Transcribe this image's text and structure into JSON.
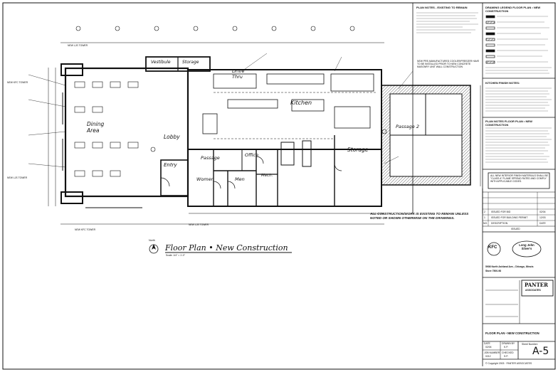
{
  "plan": {
    "title": "Floor Plan • New Construction",
    "scale": "Scale: 1/4\" = 1'-0\"",
    "north_label": "North",
    "rooms": {
      "vestibule": "Vestibule",
      "storage_top": "Storage",
      "drive_thru": "Drive Thru",
      "kitchen": "Kitchen",
      "dining": "Dining Area",
      "lobby": "Lobby",
      "entry": "Entry",
      "passage": "Passage",
      "women": "Women",
      "men": "Men",
      "office": "Office",
      "mech": "Mech.",
      "storage": "Storage",
      "passage2": "Passage 2"
    },
    "callouts": {
      "new_kfc_tower_top": "NEW KFC TOWER",
      "new_kfc_tower_bottom": "NEW KFC TOWER",
      "new_ljs_tower": "NEW LJS TOWER",
      "new_ljs_tower_top": "NEW LJS TOWER",
      "new_ljs_tower_bottom": "NEW LJS TOWER",
      "cooler_note": "NEW PRE-MANUFACTURED COOLER/FREEZER HAVE TO BE INSTALLED PRIOR TO NEW CONCRETE MASONRY UNIT WALL CONSTRUCTION",
      "all_construction": "ALL CONSTRUCTION/WORK IS EXISTING TO REMAIN UNLESS NOTED OR SHOWN OTHERWISE ON THE DRAWINGS."
    }
  },
  "side_notes": {
    "existing_heading": "PLAN NOTES - EXISTING TO REMAIN",
    "legend_heading": "DRAWING LEGEND FLOOR PLAN • NEW CONSTRUCTION",
    "kitchen_finish_heading": "KITCHEN FINISH NOTES:",
    "new_plan_heading": "PLAN NOTES FLOOR PLAN • NEW CONSTRUCTION",
    "interior_box": "ALL NEW INTERIOR FINISH MATERIALS SHALL BE \"CLASS A\" FLAME SPREAD RATED AND COMPLY WITH APPLICABLE CODES."
  },
  "revisions": {
    "rows": [
      {
        "no": "2",
        "description": "ISSUED FOR BID",
        "date": "02/04"
      },
      {
        "no": "1",
        "description": "ISSUED FOR BUILDING PERMIT",
        "date": "12/03"
      }
    ],
    "col_no": "NO.",
    "col_description": "DESCRIPTION",
    "col_date": "DATE",
    "issued_label": "ISSUED"
  },
  "title_block": {
    "logo_left": "KFC",
    "logo_right": "Long John Silver's",
    "address": "5908 North Ashland Ave., Chicago, Illinois",
    "store": "Store 7500-98",
    "firm_top": "PANTER",
    "firm_bottom": "ASSOCIATES",
    "sheet_title": "FLOOR PLAN • NEW CONSTRUCTION",
    "sheet_number_label": "Sheet Number:",
    "sheet_number": "A-5",
    "date_label": "DATE",
    "date_value": "02/04",
    "drawn_label": "DRAWN BY",
    "drawn_value": "K.P.",
    "job_label": "JOB NUMBER",
    "job_value": "0212",
    "checked_label": "CHECKED",
    "checked_value": "S.P.",
    "copyright": "© Copyright 2003 · PANTER ASSOCIATES"
  },
  "colors": {
    "ink": "#111111",
    "paper": "#ffffff",
    "hatch": "#444444"
  }
}
